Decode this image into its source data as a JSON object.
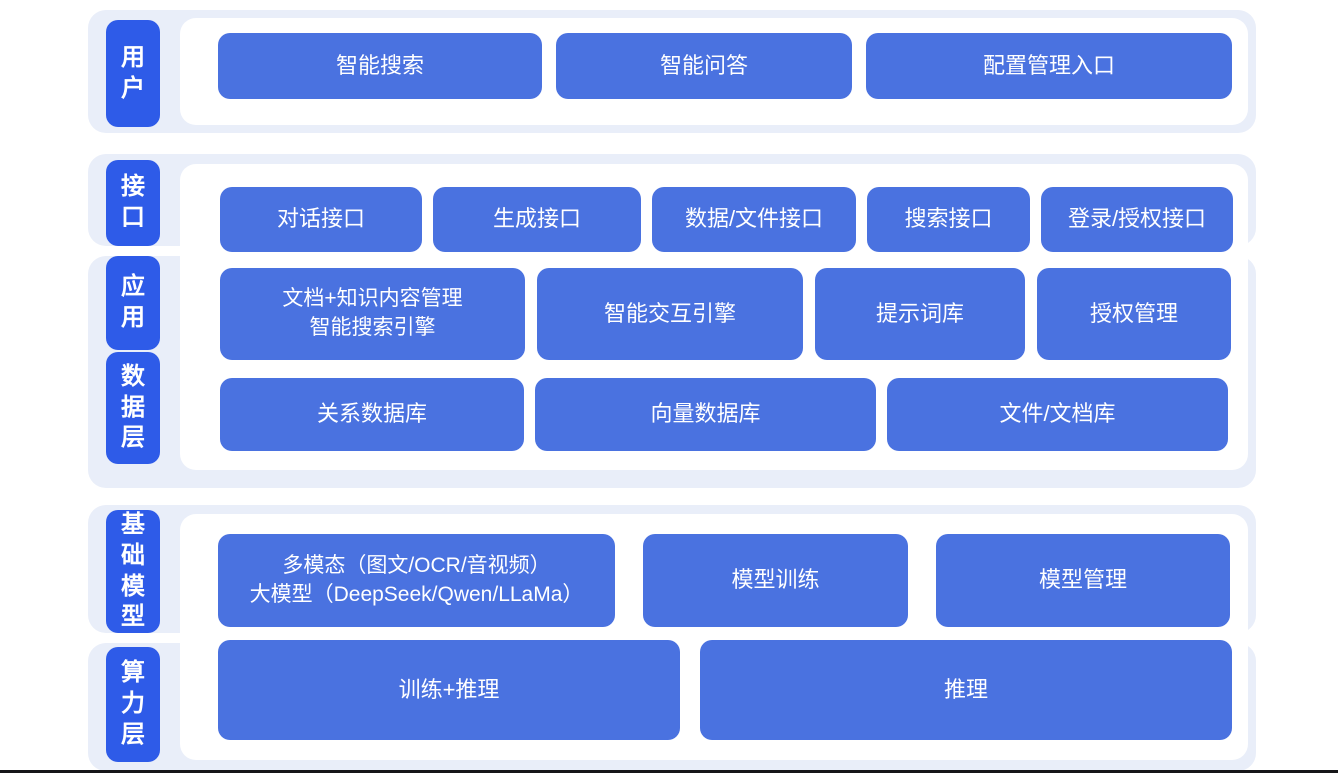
{
  "colors": {
    "block_blue": "#4a72e0",
    "label_blue": "#2e5be8",
    "band_bg": "#e9eef9",
    "line": "#161618"
  },
  "layers": {
    "user": {
      "label": "用户",
      "blocks": [
        "智能搜索",
        "智能问答",
        "配置管理入口"
      ]
    },
    "interface": {
      "label": "接口",
      "blocks": [
        "对话接口",
        "生成接口",
        "数据/文件接口",
        "搜索接口",
        "登录/授权接口"
      ]
    },
    "application": {
      "label": "应用",
      "block1_line1": "文档+知识内容管理",
      "block1_line2": "智能搜索引擎",
      "blocks": [
        "智能交互引擎",
        "提示词库",
        "授权管理"
      ]
    },
    "data": {
      "label": "数据层",
      "blocks": [
        "关系数据库",
        "向量数据库",
        "文件/文档库"
      ]
    },
    "foundation_model": {
      "label": "基础模型",
      "block1_line1": "多模态（图文/OCR/音视频）",
      "block1_line2": "大模型（DeepSeek/Qwen/LLaMa）",
      "blocks": [
        "模型训练",
        "模型管理"
      ]
    },
    "compute": {
      "label": "算力层",
      "blocks": [
        "训练+推理",
        "推理"
      ]
    }
  }
}
